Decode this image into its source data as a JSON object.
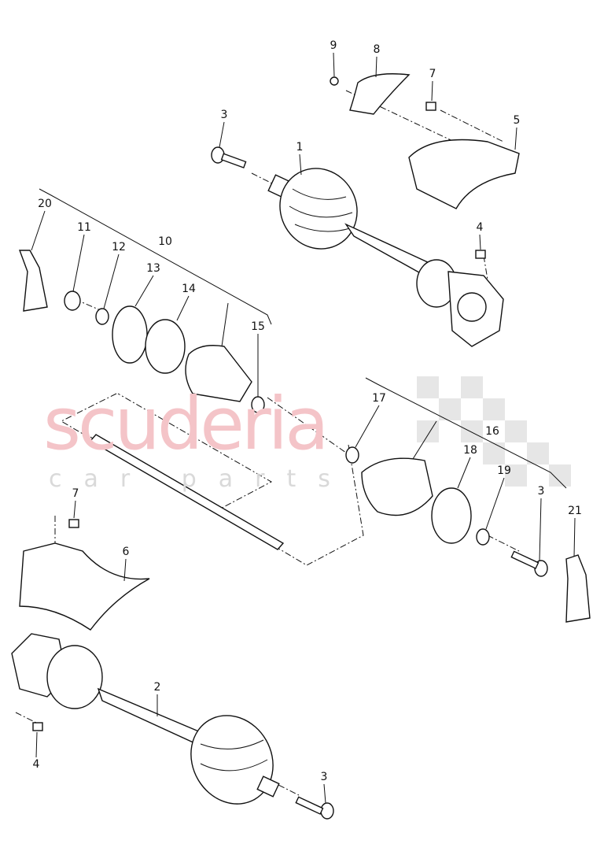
{
  "watermark": {
    "brand": "scuderia",
    "sub": "car parts",
    "color": "#f4c4c8"
  },
  "labels": {
    "l9": "9",
    "l8": "8",
    "l7a": "7",
    "l5": "5",
    "l3a": "3",
    "l1": "1",
    "l20": "20",
    "l11": "11",
    "l10": "10",
    "l12": "12",
    "l13": "13",
    "l14": "14",
    "l4a": "4",
    "l15": "15",
    "l17": "17",
    "l16": "16",
    "l18": "18",
    "l19": "19",
    "l3b": "3",
    "l21": "21",
    "l7b": "7",
    "l6": "6",
    "l2": "2",
    "l4b": "4",
    "l3c": "3"
  }
}
